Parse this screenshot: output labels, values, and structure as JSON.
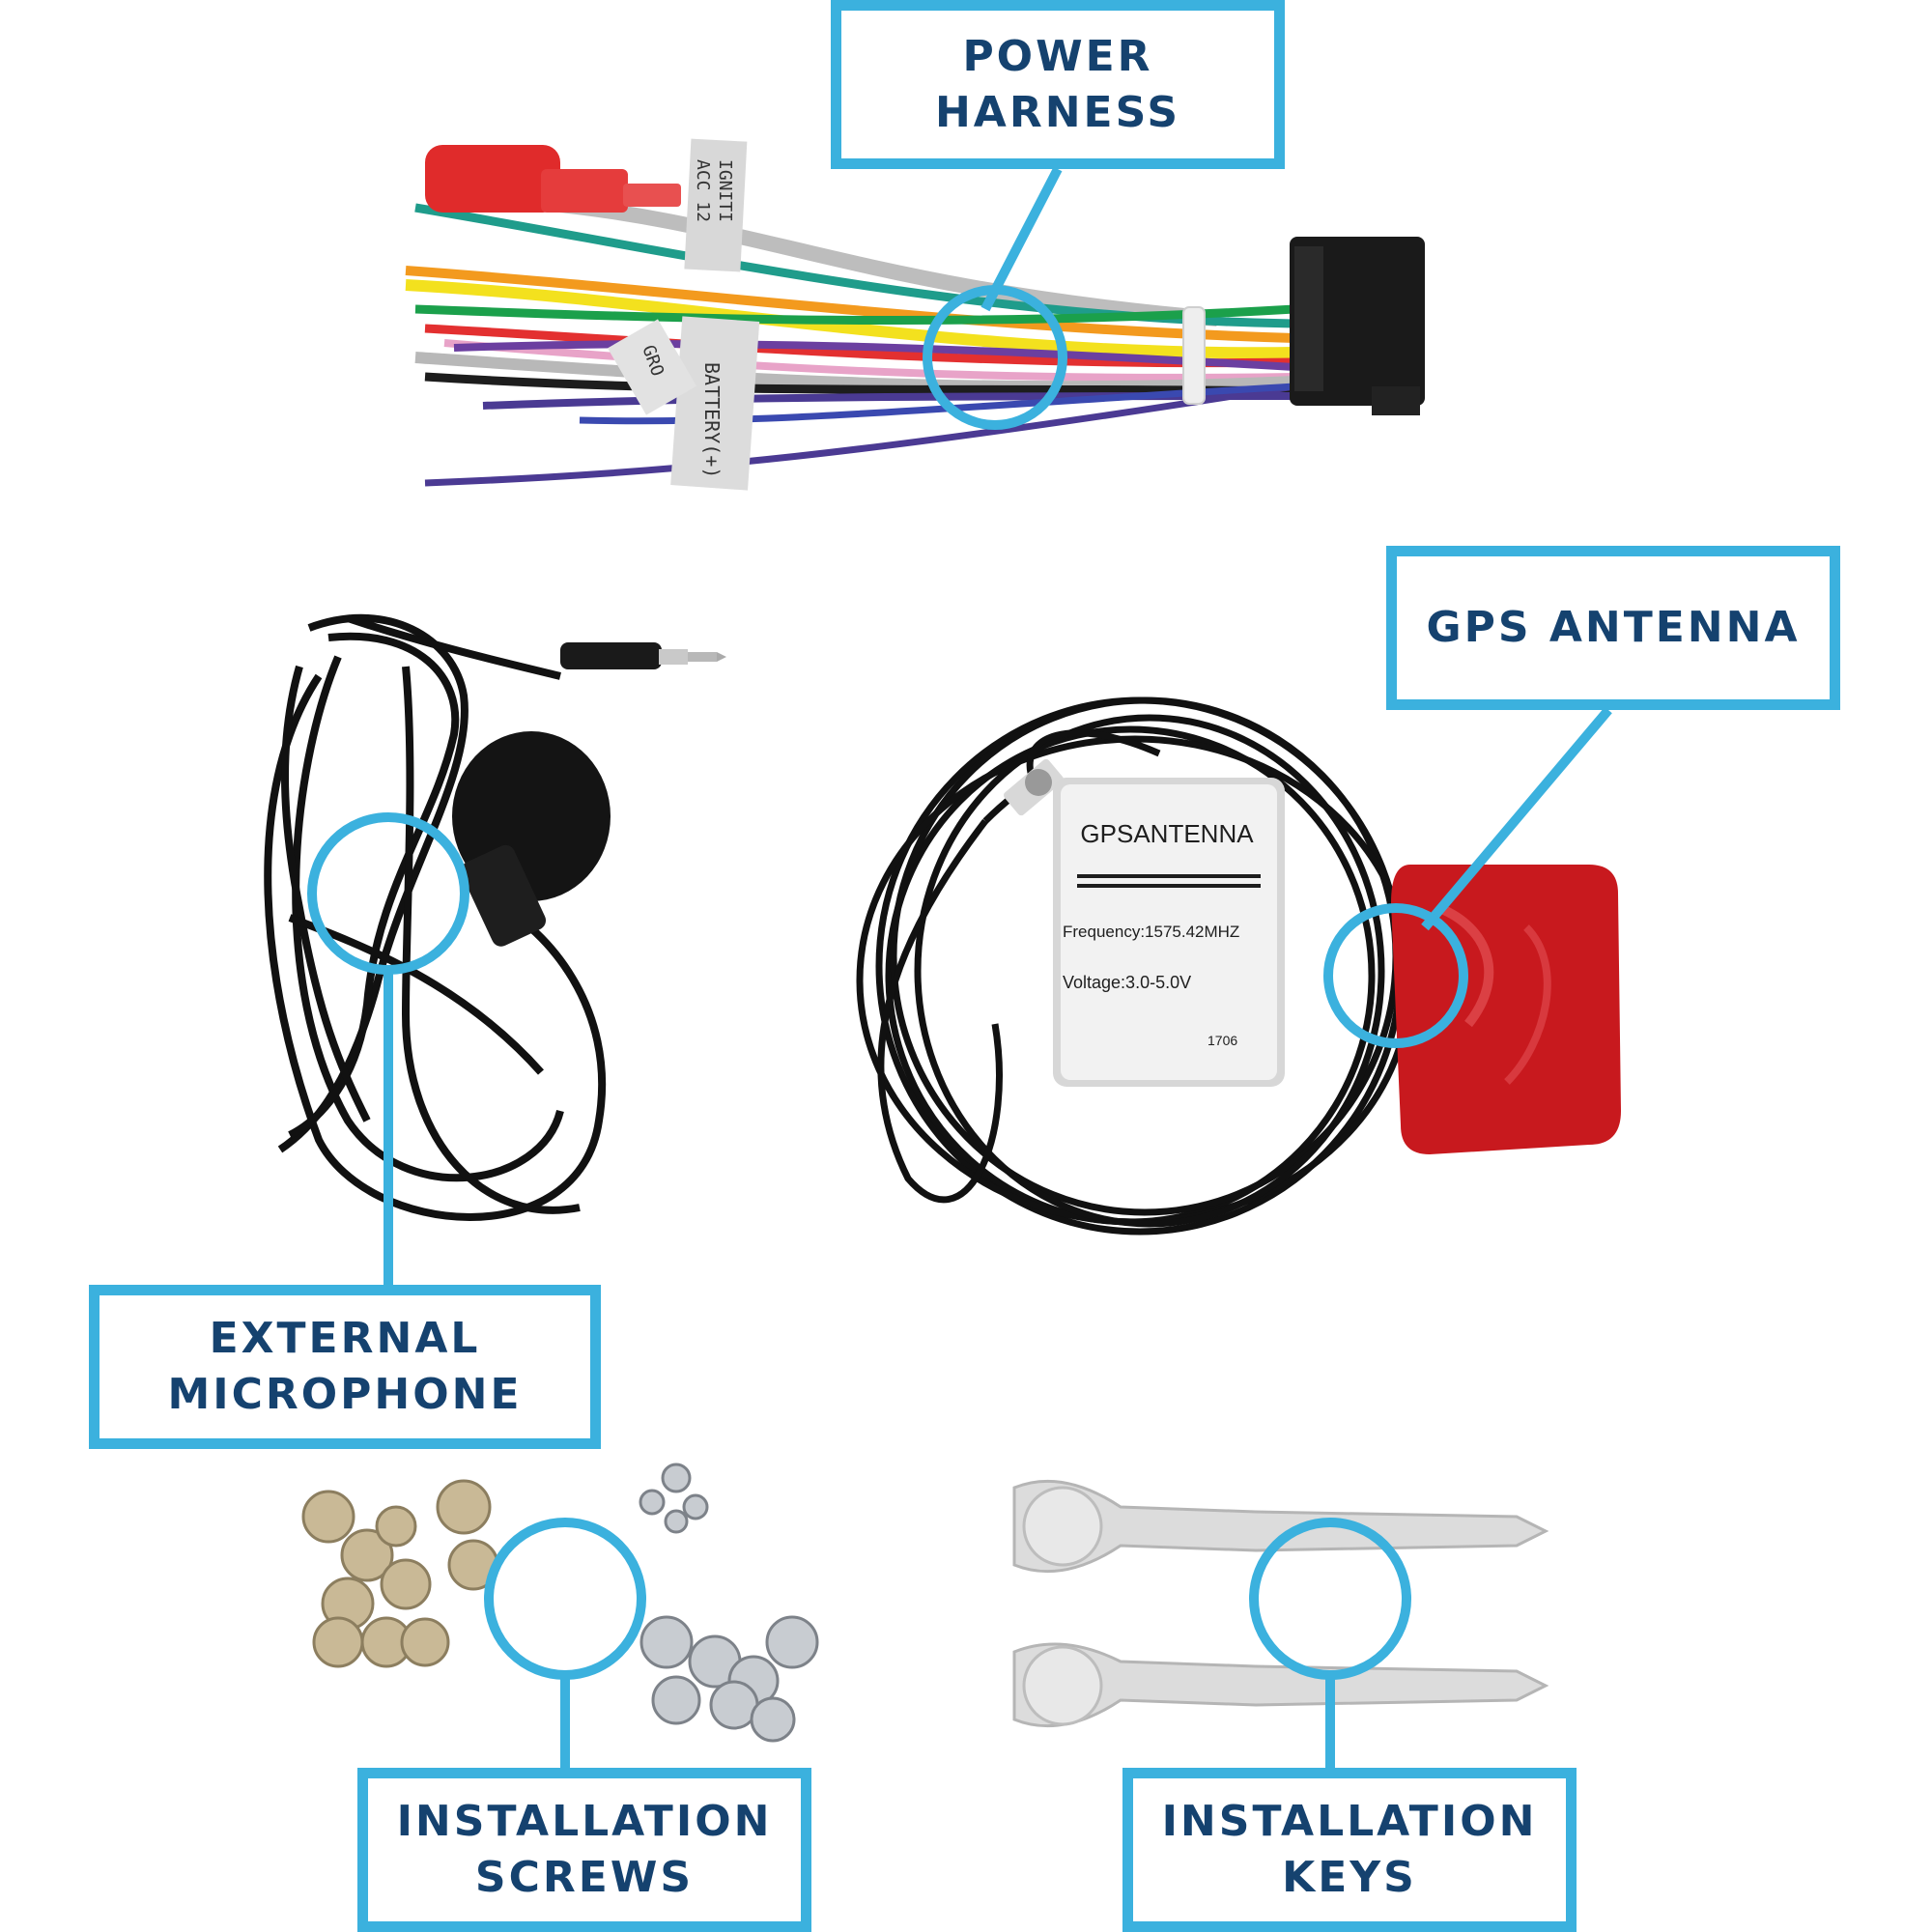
{
  "callouts": {
    "power_harness": {
      "line1": "POWER",
      "line2": "HARNESS"
    },
    "gps_antenna": {
      "line1": "GPS ANTENNA"
    },
    "external_microphone": {
      "line1": "EXTERNAL",
      "line2": "MICROPHONE"
    },
    "installation_screws": {
      "line1": "INSTALLATION",
      "line2": "SCREWS"
    },
    "installation_keys": {
      "line1": "INSTALLATION",
      "line2": "KEYS"
    }
  },
  "gps_label": {
    "title": "GPSANTENNA",
    "frequency": "Frequency:1575.42MHZ",
    "voltage": "Voltage:3.0-5.0V",
    "code": "1706"
  },
  "wire_tags": {
    "ignition": "IGNITI",
    "acc": "ACC 12",
    "battery": "BATTERY(+)",
    "ground": "GRO"
  },
  "colors": {
    "accent": "#3bb1de",
    "label_text": "#15426f",
    "cable": "#111111",
    "adhesive": "#c8191e"
  }
}
